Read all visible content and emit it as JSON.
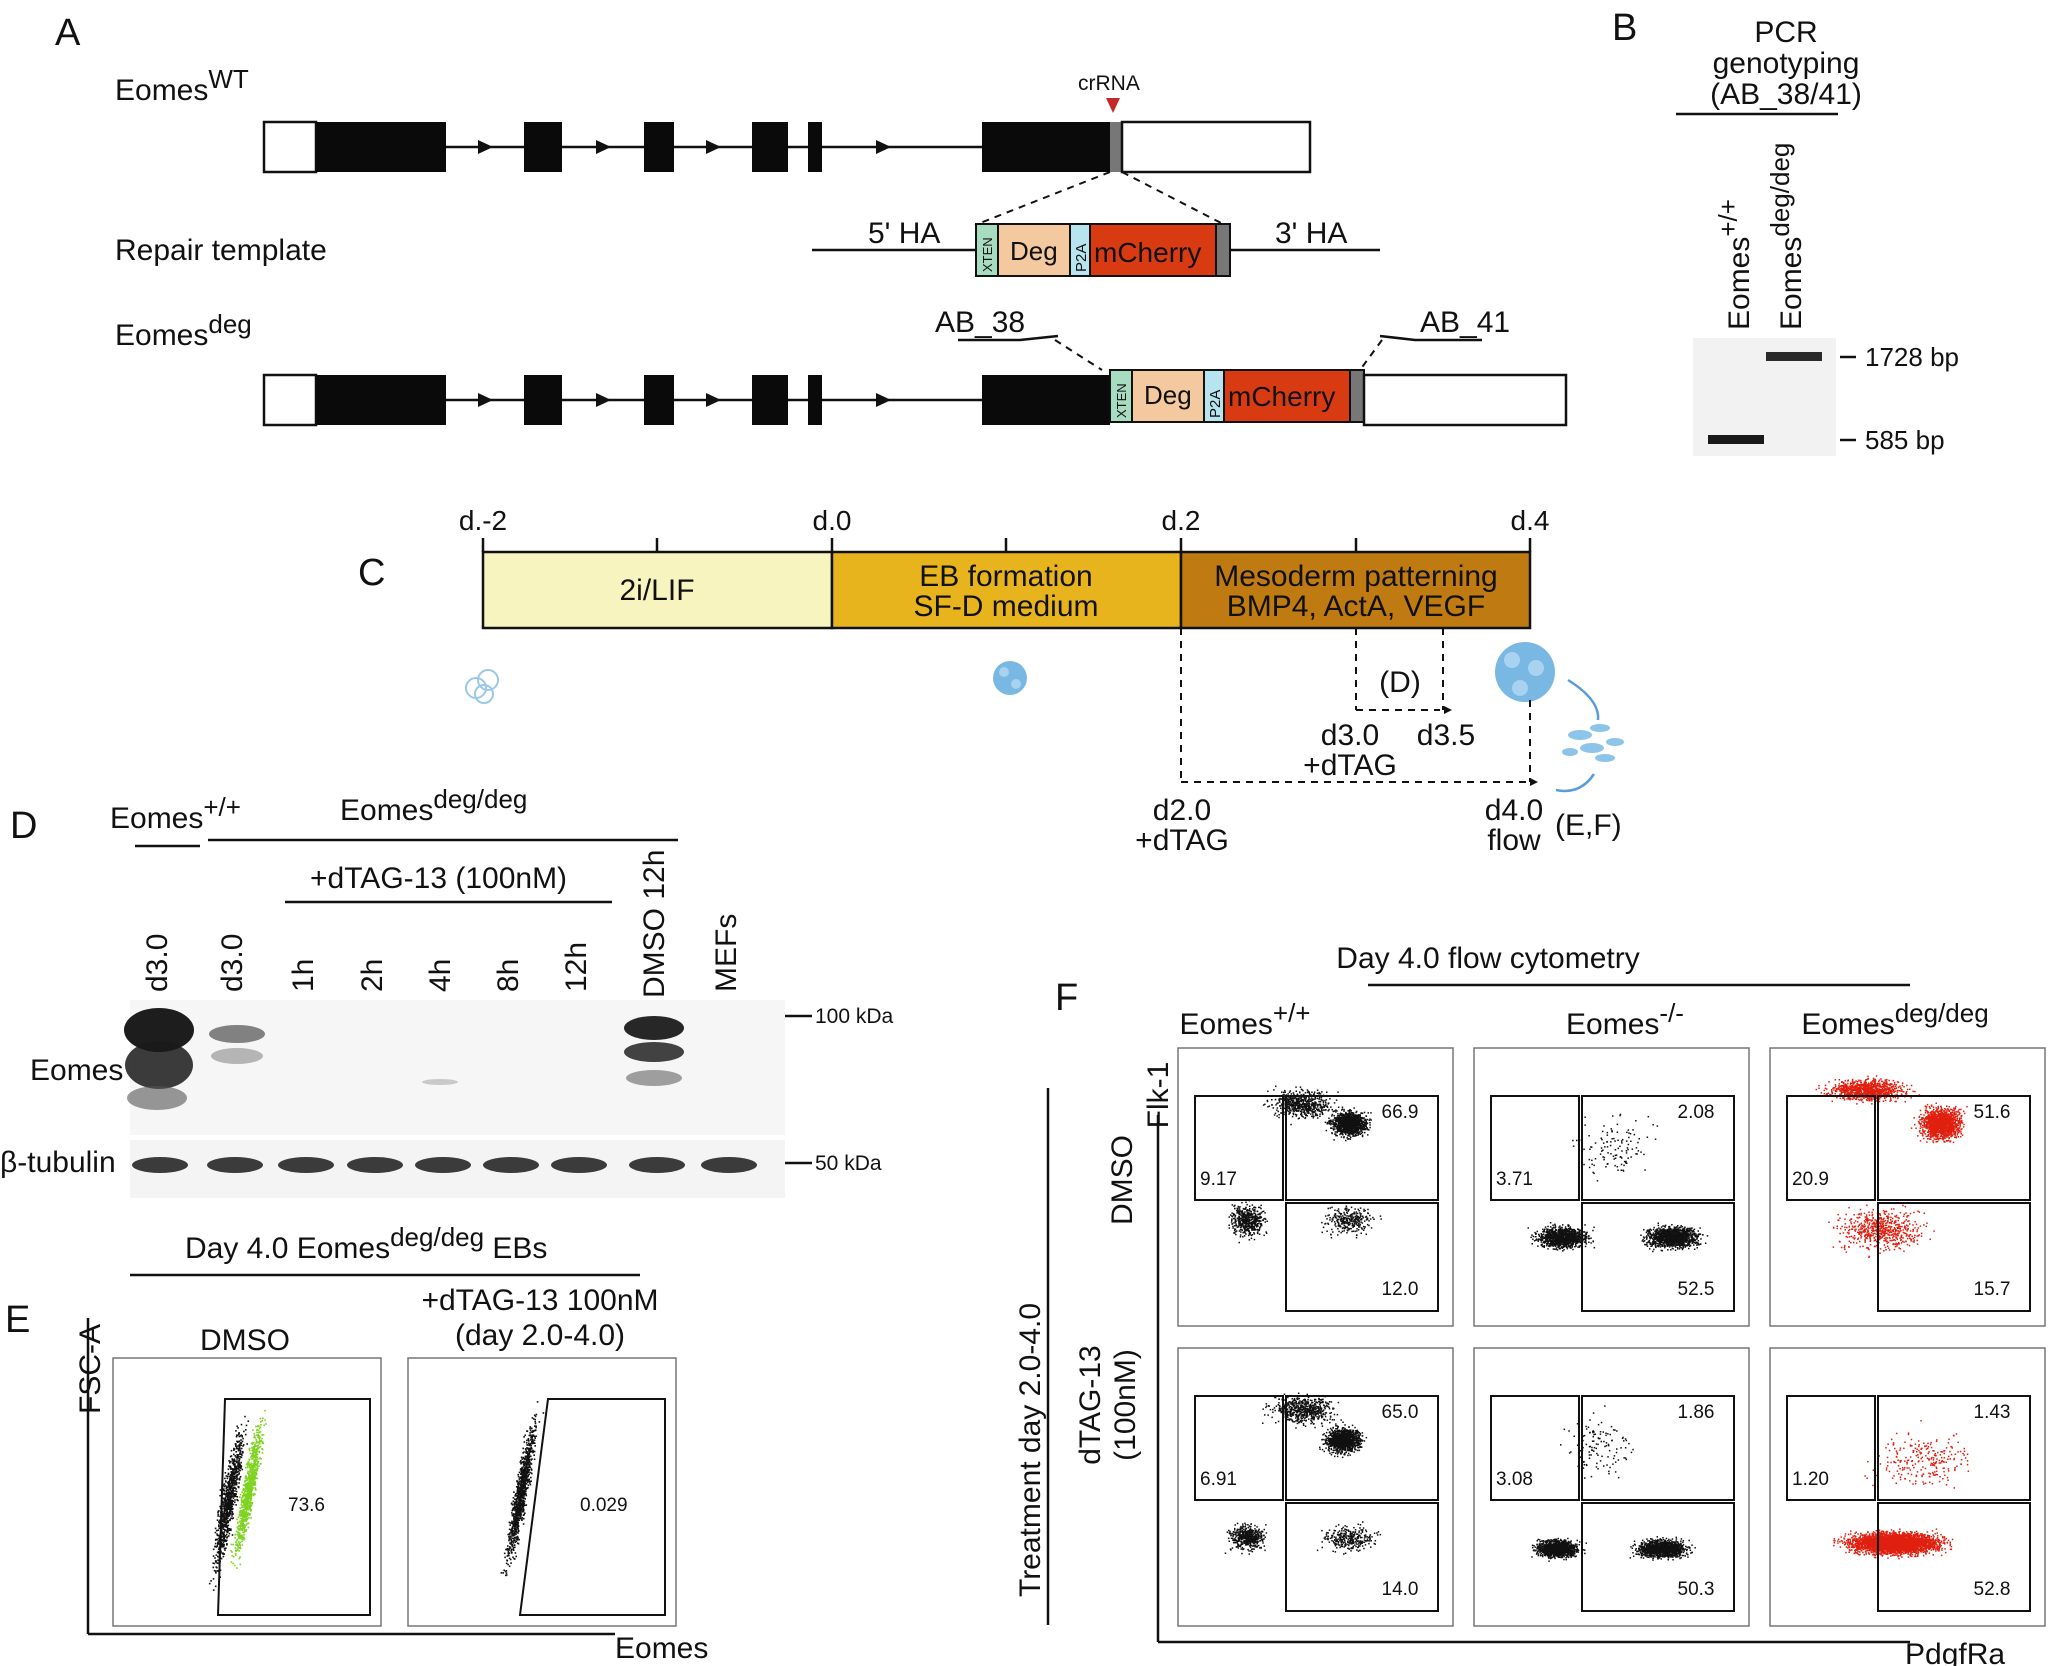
{
  "panels": {
    "A": "A",
    "B": "B",
    "C": "C",
    "D": "D",
    "E": "E",
    "F": "F"
  },
  "panel_a": {
    "eomes_wt": "Eomes",
    "eomes_wt_sup": "WT",
    "crrna": "crRNA",
    "repair_template": "Repair template",
    "ha5": "5' HA",
    "ha3": "3' HA",
    "xten": "XTEN",
    "deg": "Deg",
    "p2a": "P2A",
    "mcherry": "mCherry",
    "eomes_deg": "Eomes",
    "eomes_deg_sup": "deg",
    "primer_left": "AB_38",
    "primer_right": "AB_41",
    "colors": {
      "xten": "#a8dcc0",
      "deg": "#f5c9a0",
      "p2a": "#b8e4f0",
      "mcherry": "#d83a12",
      "crrna_marker": "#c62828"
    }
  },
  "panel_b": {
    "title_line1": "PCR",
    "title_line2": "genotyping",
    "title_line3": "(AB_38/41)",
    "lane1": "Eomes",
    "lane1_sup": "+/+",
    "lane2": "Eomes",
    "lane2_sup": "deg/deg",
    "band_upper": "1728 bp",
    "band_lower": "585 bp"
  },
  "panel_c": {
    "ticks": [
      "d.-2",
      "d.0",
      "d.2",
      "d.4"
    ],
    "seg1": "2i/LIF",
    "seg2_line1": "EB formation",
    "seg2_line2": "SF-D medium",
    "seg3_line1": "Mesoderm patterning",
    "seg3_line2": "BMP4, ActA, VEGF",
    "d_label": "(D)",
    "d30": "d3.0",
    "d30_treat": "+dTAG",
    "d35": "d3.5",
    "d20": "d2.0",
    "d20_treat": "+dTAG",
    "d40": "d4.0",
    "d40_flow": "flow",
    "ef_label": "(E,F)",
    "colors": {
      "seg1": "#f8f4bf",
      "seg2": "#e8b41e",
      "seg3": "#bf7a12",
      "cells": "#7ab8e4"
    }
  },
  "panel_d": {
    "group1": "Eomes",
    "group1_sup": "+/+",
    "group2": "Eomes",
    "group2_sup": "deg/deg",
    "treatment": "+dTAG-13 (100nM)",
    "lanes": [
      "d3.0",
      "d3.0",
      "1h",
      "2h",
      "4h",
      "8h",
      "12h",
      "DMSO 12h",
      "MEFs"
    ],
    "row1": "Eomes",
    "row2": "β-tubulin",
    "marker_upper": "100 kDa",
    "marker_lower": "50 kDa"
  },
  "panel_e": {
    "title": "Day 4.0 Eomes",
    "title_sup": "deg/deg",
    "title_end": " EBs",
    "col1": "DMSO",
    "col2_line1": "+dTAG-13 100nM",
    "col2_line2": "(day 2.0-4.0)",
    "y_axis": "FSC-A",
    "x_axis": "Eomes",
    "values": [
      "73.6",
      "0.029"
    ],
    "colors": {
      "positive": "#7ed321"
    }
  },
  "panel_f": {
    "title": "Day 4.0 flow cytometry",
    "cols": [
      {
        "name": "Eomes",
        "sup": "+/+"
      },
      {
        "name": "Eomes",
        "sup": "-/-"
      },
      {
        "name": "Eomes",
        "sup": "deg/deg"
      }
    ],
    "treatment_axis": "Treatment day 2.0-4.0",
    "row1": "DMSO",
    "row2_line1": "dTAG-13",
    "row2_line2": "(100nM)",
    "y_axis": "Flk-1",
    "x_axis": "PdgfRa",
    "gates": {
      "dmso": [
        {
          "left": "9.17",
          "upper_right": "66.9",
          "lower_right": "12.0"
        },
        {
          "left": "3.71",
          "upper_right": "2.08",
          "lower_right": "52.5"
        },
        {
          "left": "20.9",
          "upper_right": "51.6",
          "lower_right": "15.7"
        }
      ],
      "dtag": [
        {
          "left": "6.91",
          "upper_right": "65.0",
          "lower_right": "14.0"
        },
        {
          "left": "3.08",
          "upper_right": "1.86",
          "lower_right": "50.3"
        },
        {
          "left": "1.20",
          "upper_right": "1.43",
          "lower_right": "52.8"
        }
      ]
    },
    "colors": {
      "black_dots": "#111111",
      "red_dots": "#e0200f"
    }
  }
}
